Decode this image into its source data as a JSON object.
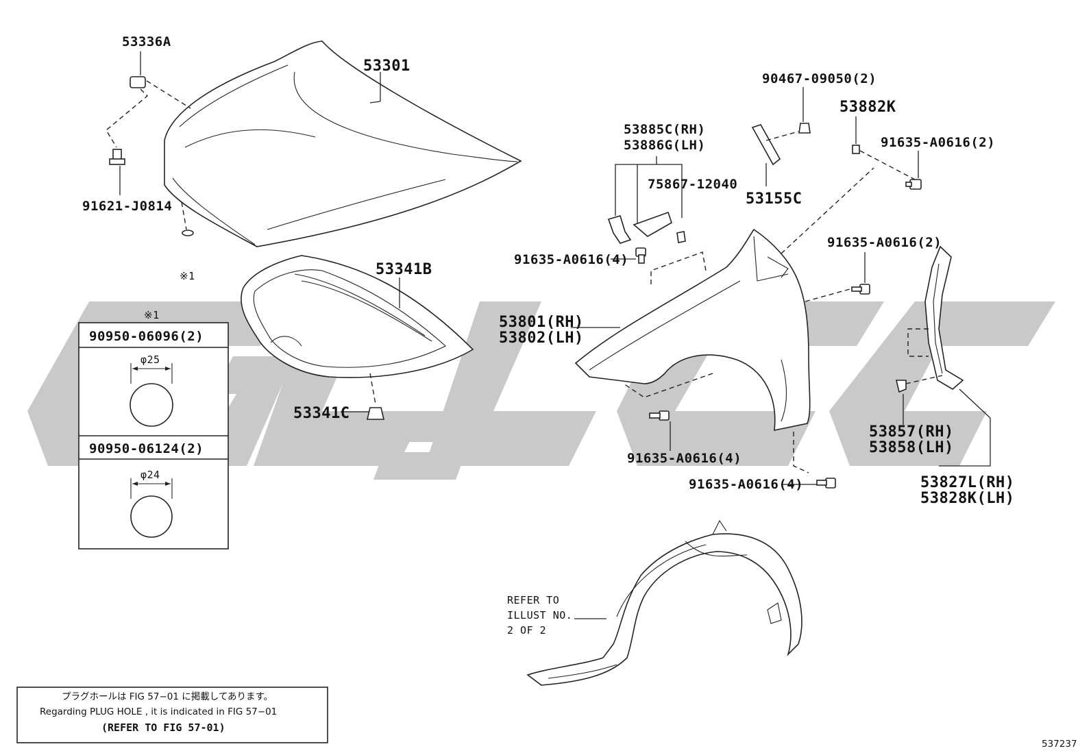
{
  "watermark": {
    "text": "GVLGC",
    "color": "#c9c9c9"
  },
  "parts": {
    "hood_bracket": "53336A",
    "hood": "53301",
    "hood_bolt": "91621-J0814",
    "plug_ref": "※1",
    "hood_insulator": "53341B",
    "insulator_clip": "53341C",
    "fender_seal_rh": "53885C(RH)",
    "fender_seal_lh": "53886G(LH)",
    "seal_clip": "75867-12040",
    "screw_top": "90467-09050(2)",
    "fender_pad": "53155C",
    "bracket_k": "53882K",
    "bolt_top_right": "91635-A0616(2)",
    "bolt_fender_upper": "91635-A0616(4)",
    "bolt_fender_right": "91635-A0616(2)",
    "fender_rh": "53801(RH)",
    "fender_lh": "53802(LH)",
    "bolt_fender_lower": "91635-A0616(4)",
    "bolt_fender_bottom": "91635-A0616(4)",
    "protector_rh": "53857(RH)",
    "protector_lh": "53858(LH)",
    "support_rh": "53827L(RH)",
    "support_lh": "53828K(LH)"
  },
  "plug_table": {
    "title": "※1",
    "rows": [
      {
        "part": "90950-06096(2)",
        "diameter": "φ25"
      },
      {
        "part": "90950-06124(2)",
        "diameter": "φ24"
      }
    ]
  },
  "liner_ref": {
    "line1": "REFER TO",
    "line2": "ILLUST NO.",
    "line3": "2 OF 2"
  },
  "footnote": {
    "japanese": "プラグホールは FIG  57−01 に掲載してあります。",
    "english": "Regarding  PLUG  HOLE , it is indicated in FIG  57−01",
    "ref": "(REFER TO FIG 57-01)"
  },
  "figure_number": "537237"
}
